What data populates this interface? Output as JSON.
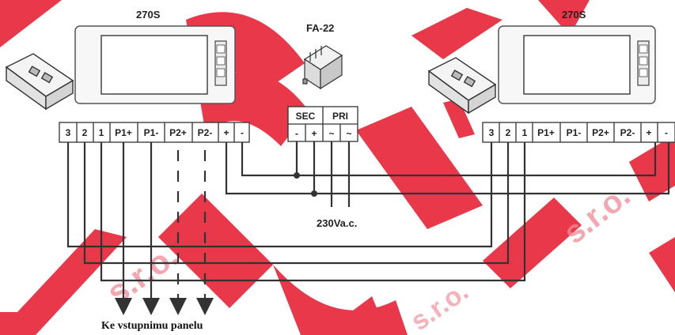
{
  "watermark": {
    "company_suffix": "s.r.o.",
    "color": "#e8384a"
  },
  "left_unit": {
    "title": "270S",
    "terminals": [
      "3",
      "2",
      "1",
      "P1+",
      "P1-",
      "P2+",
      "P2-",
      "+",
      "-"
    ]
  },
  "right_unit": {
    "title": "270S",
    "terminals": [
      "3",
      "2",
      "1",
      "P1+",
      "P1-",
      "P2+",
      "P2-",
      "+",
      "-"
    ]
  },
  "power_supply": {
    "title": "FA-22",
    "sec_label": "SEC",
    "pri_label": "PRI",
    "terminals": [
      "-",
      "+",
      "~",
      "~"
    ]
  },
  "mains_label": "230Va.c.",
  "output_label": "Ke vstupnimu panelu"
}
